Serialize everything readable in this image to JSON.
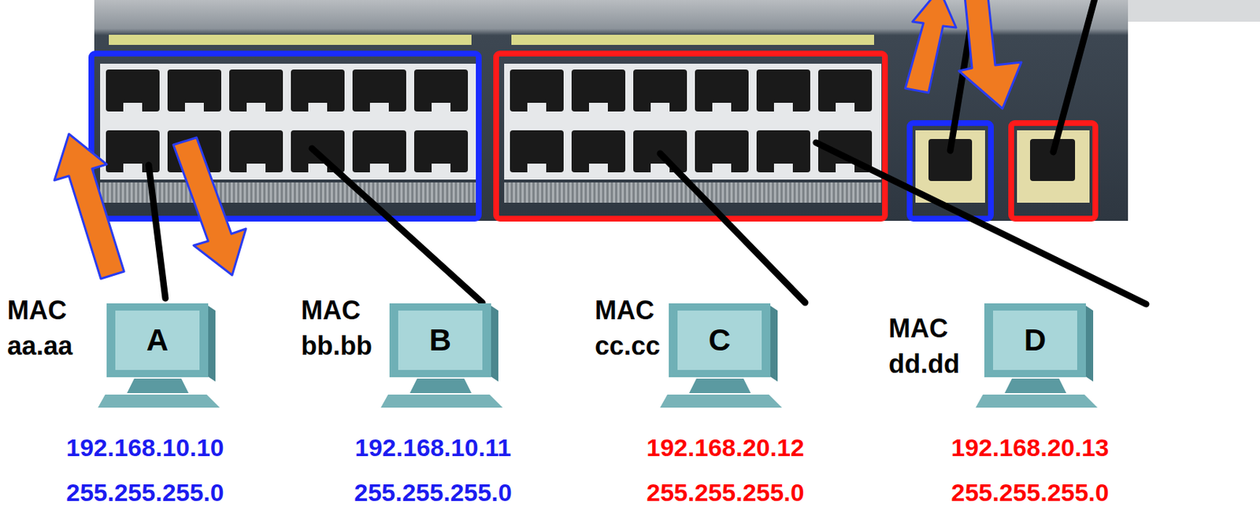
{
  "diagram": {
    "nodes": [
      {
        "text": [
          "A",
          "MAC aa.aa",
          "192.168.10.10",
          "255.255.255.0"
        ]
      },
      {
        "text": [
          "B",
          "MAC bb.bb",
          "192.168.10.11",
          "255.255.255.0"
        ]
      },
      {
        "text": [
          "C",
          "MAC cc.cc",
          "192.168.20.12",
          "255.255.255.0"
        ]
      },
      {
        "text": [
          "D",
          "MAC dd.dd",
          "192.168.20.13",
          "255.255.255.0"
        ]
      }
    ]
  }
}
